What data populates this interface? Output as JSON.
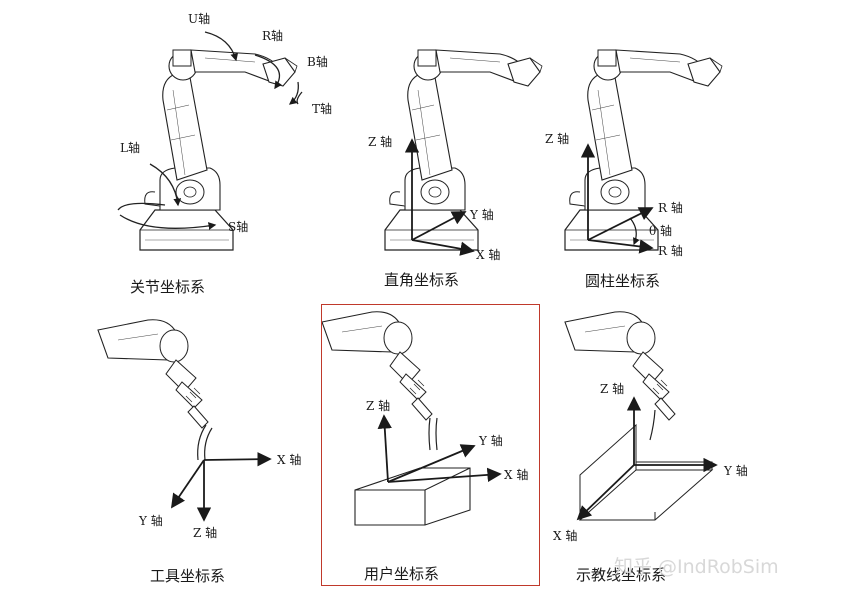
{
  "panels": {
    "joint": {
      "caption": "关节坐标系",
      "labels": {
        "u": "U轴",
        "r": "R轴",
        "b": "B轴",
        "t": "T轴",
        "l": "L轴",
        "s": "S轴"
      }
    },
    "cartesian": {
      "caption": "直角坐标系",
      "labels": {
        "z": "Z 轴",
        "y": "Y 轴",
        "x": "X 轴"
      }
    },
    "cylindrical": {
      "caption": "圆柱坐标系",
      "labels": {
        "z": "Z 轴",
        "r1": "R 轴",
        "theta": "θ 轴",
        "r2": "R 轴"
      }
    },
    "tool": {
      "caption": "工具坐标系",
      "labels": {
        "x": "X 轴",
        "y": "Y 轴",
        "z": "Z 轴"
      }
    },
    "user": {
      "caption": "用户坐标系",
      "labels": {
        "z": "Z 轴",
        "y": "Y 轴",
        "x": "X 轴"
      }
    },
    "teach": {
      "caption": "示教线坐标系",
      "labels": {
        "z": "Z 轴",
        "y": "Y 轴",
        "x": "X 轴"
      }
    }
  },
  "watermark": "知乎 @IndRobSim",
  "colors": {
    "line": "#1a1a1a",
    "highlight": "#c0392b",
    "watermark": "#d8d8d8"
  }
}
